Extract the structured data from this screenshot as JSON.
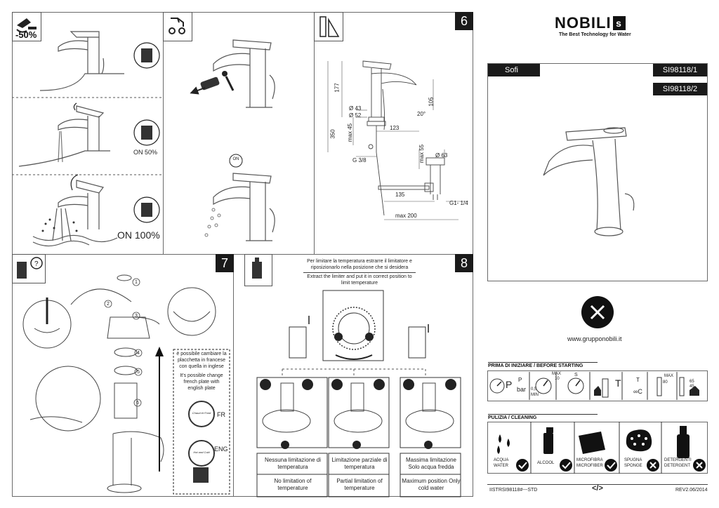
{
  "brand": {
    "logo_text": "NOBILI",
    "logo_mark": "s",
    "tagline": "The Best Technology for Water"
  },
  "product": {
    "name": "Sofi",
    "codes": [
      "SI98118/1",
      "SI98118/2"
    ]
  },
  "website": "www.grupponobili.it",
  "panel_flow": {
    "badge": "-50%",
    "state_half": "ON  50%",
    "state_full": "ON 100%"
  },
  "panel_aerator": {
    "on_label": "ON"
  },
  "panel6": {
    "number": "6",
    "dims": {
      "d177": "177",
      "d43": "Ø 43",
      "d52": "Ø 52",
      "d123": "123",
      "d105": "105",
      "d20": "20°",
      "d350": "350",
      "max45": "max 45",
      "g38": "G 3/8",
      "max55": "max 55",
      "d63": "Ø 63",
      "d135": "135",
      "g114": "G1- 1/4",
      "max200": "max 200"
    }
  },
  "panel7": {
    "number": "7",
    "steps": [
      "1",
      "2",
      "3",
      "4",
      "5",
      "6"
    ],
    "note_it": "è possibile cambiare la placchetta in francese con quella in inglese",
    "note_en": "It's possible change french plate with english plate",
    "plate_fr": "FR",
    "plate_eng": "ENG",
    "plate_fr_text": "Chaud et Froid",
    "plate_eng_text": "Hot and Cold"
  },
  "panel8": {
    "number": "8",
    "header_it": "Per limitare la temperatura estrarre il limitatore e riposizionarlo nella posizione che si desidera",
    "header_en": "Extract the limiter and put it in correct position to limit temperature",
    "options": [
      {
        "it": "Nessuna limitazione di temperatura",
        "en": "No limitation of temperature"
      },
      {
        "it": "Limitazione parziale di temperatura",
        "en": "Partial limitation of temperature"
      },
      {
        "it": "Massima limitazione Solo acqua fredda",
        "en": "Maximum position Only cold water"
      }
    ]
  },
  "before_starting": {
    "title": "PRIMA DI INIZIARE  /  BEFORE STARTING",
    "p_label": "P",
    "p_unit": "bar",
    "min_val": "0,5",
    "min_label": "MIN",
    "max_val": "10",
    "max_label": "MAX",
    "s_label": "S",
    "t_label": "T",
    "t_unit": "∞C",
    "max80": "80",
    "range": [
      "65",
      "45"
    ]
  },
  "cleaning": {
    "title": "PULIZIA  /  CLEANING",
    "items": [
      {
        "it": "ACQUA",
        "en": "WATER",
        "ok": true
      },
      {
        "it": "ALCOOL",
        "en": "",
        "ok": true
      },
      {
        "it": "MICROFIBRA",
        "en": "MICROFIBER",
        "ok": true
      },
      {
        "it": "SPUGNA",
        "en": "SPONGE",
        "ok": false
      },
      {
        "it": "DETERGENTI",
        "en": "DETERGENT",
        "ok": false
      }
    ]
  },
  "footer": {
    "code": "IISTRSI98118#---STD",
    "revision": "REV2.06/2014"
  }
}
